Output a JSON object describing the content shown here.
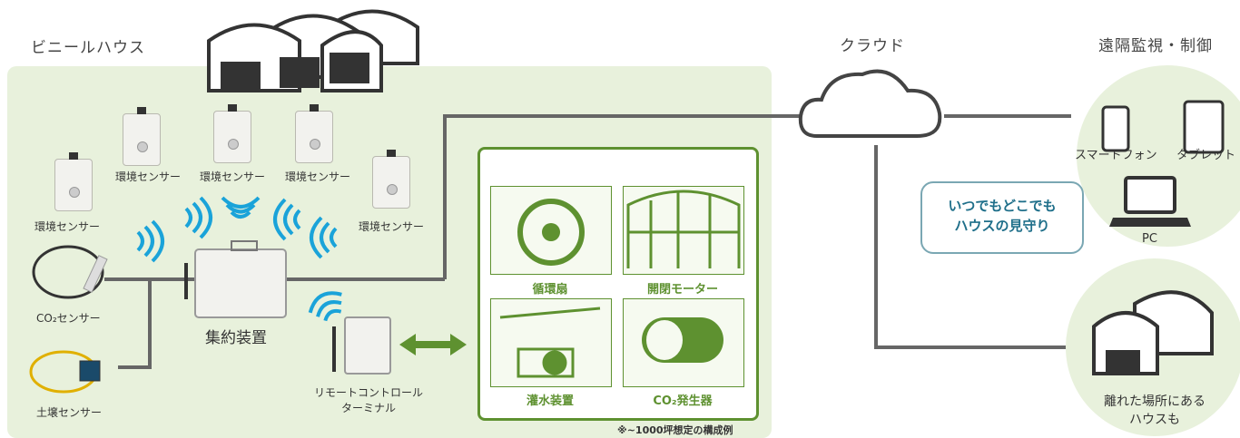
{
  "house_section": {
    "title": "ビニールハウス",
    "sensors": {
      "env_left": "環境センサー",
      "env_1": "環境センサー",
      "env_2": "環境センサー",
      "env_3": "環境センサー",
      "env_right": "環境センサー",
      "co2": "CO₂センサー",
      "soil": "土壌センサー"
    },
    "aggregator": "集約装置",
    "remote_terminal_line1": "リモートコントロール",
    "remote_terminal_line2": "ターミナル",
    "devices": {
      "fan": "循環扇",
      "motor": "開閉モーター",
      "irrigation": "灌水装置",
      "co2_gen": "CO₂発生器"
    },
    "note": "※~1000坪想定の構成例"
  },
  "cloud": {
    "title": "クラウド"
  },
  "remote": {
    "title": "遠隔監視・制御",
    "smartphone": "スマートフォン",
    "tablet": "タブレット",
    "pc": "PC",
    "bubble_line1": "いつでもどこでも",
    "bubble_line2": "ハウスの見守り",
    "far_house_line1": "離れた場所にある",
    "far_house_line2": "ハウスも"
  },
  "colors": {
    "panel_bg": "#e8f1dc",
    "accent_green": "#5e9130",
    "signal_blue": "#1aa3d9",
    "line_gray": "#666666"
  }
}
